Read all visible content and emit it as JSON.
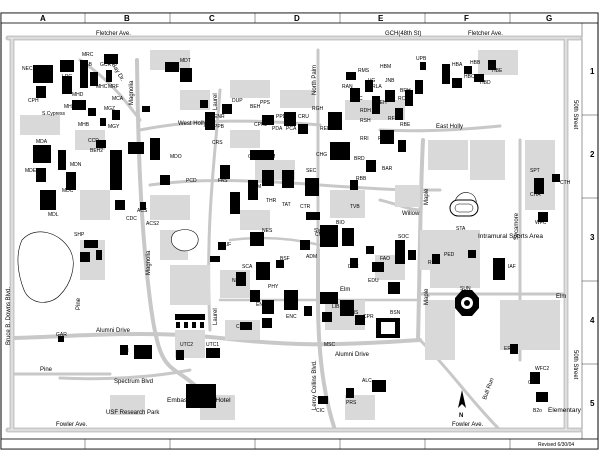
{
  "grid": {
    "columns": [
      "A",
      "B",
      "C",
      "D",
      "E",
      "F",
      "G"
    ],
    "rows": [
      "1",
      "2",
      "3",
      "4",
      "5"
    ]
  },
  "streets": {
    "fletcher_left": "Fletcher Ave.",
    "fletcher_right": "Fletcher Ave.",
    "gch": "GCH(48th St)",
    "fowler_left": "Fowler Ave.",
    "fowler_right": "Fowler Ave.",
    "bruce_b_downs": "Bruce B. Downs Blvd.",
    "fiftieth_top": "50th Street",
    "fiftieth_bottom": "50th Street",
    "sycamore": "Sycamore",
    "pine_top": "Pine",
    "pine_left": "Pine",
    "alumni_left": "Alumni Drive",
    "alumni_right": "Alumni Drive",
    "spectrum": "Spectrum Blvd",
    "usf_research_park": "USF Research Park",
    "elm_right": "Elm",
    "elm_center": "Elm",
    "magnolia_top": "Magnolia",
    "magnolia_bottom": "Magnolia",
    "maple_top": "Maple",
    "maple_bottom": "Maple",
    "laurel_top": "Laurel",
    "laurel_bottom": "Laurel",
    "west_holly": "West Holly",
    "east_holly": "East Holly",
    "willow": "Willow",
    "north_palm": "North Palm",
    "leroy_collins": "Leroy Collins Blvd.",
    "e_bay_dr": "E. Bay Dr.",
    "bull_run": "Bull Run"
  },
  "areas": {
    "intramural": "Intramural Sports Area",
    "embassy": "Embassy Suites Hotel",
    "elementary": "Elementary"
  },
  "buildings": [
    "NEC",
    "MRC",
    "LRC",
    "CPH",
    "S.Cypress",
    "MHA",
    "MGZ",
    "MCA",
    "MHB",
    "MGY",
    "MDT",
    "EBB",
    "GCR",
    "MRF",
    "BEH",
    "WFC",
    "VG",
    "HBM",
    "JNB",
    "BRH",
    "MHC",
    "MHD",
    "MDA",
    "MDC",
    "MDN",
    "MDE",
    "CCD",
    "CCT",
    "MDO",
    "MDL",
    "ACS",
    "CDC",
    "SHP",
    "GAR",
    "PCD",
    "UCI",
    "UTC2",
    "UTC1",
    "ENB",
    "ENC",
    "CUT",
    "LIB",
    "CIS",
    "BSN",
    "CPR",
    "MSC",
    "SUN",
    "DAC",
    "EDU",
    "NES",
    "ADM",
    "CMC",
    "SVC",
    "ISA",
    "LIF",
    "PHY",
    "ENG",
    "NAN",
    "SCA",
    "CHE",
    "BSF",
    "FAO",
    "FAH",
    "CAM",
    "FAD",
    "THR",
    "TAT",
    "SEC",
    "CTR",
    "CHG",
    "BRD",
    "BAR",
    "RBB",
    "TVB",
    "FAS",
    "CPT",
    "OPM",
    "ALC",
    "PRS",
    "CIC",
    "CPH2",
    "RAN",
    "RMS",
    "RLA",
    "ADC",
    "RCH",
    "RDH",
    "REH",
    "RFC",
    "RSH",
    "RBE",
    "REP",
    "RGH",
    "RCA",
    "UPB",
    "HBA",
    "HBB",
    "HBC",
    "HBD",
    "HBE",
    "CRS",
    "PED",
    "SOC",
    "REC",
    "IAF",
    "STA",
    "CHA",
    "SPT",
    "CTH",
    "ERC",
    "CSC",
    "WFC2",
    "DUP",
    "ENR",
    "PPS",
    "PPB",
    "CRU",
    "PPD",
    "PCA",
    "PDA",
    "BEH2",
    "ACS2",
    "RRI",
    "BIO"
  ],
  "school_label": "B2o",
  "revised": "Revised 6/30/04"
}
